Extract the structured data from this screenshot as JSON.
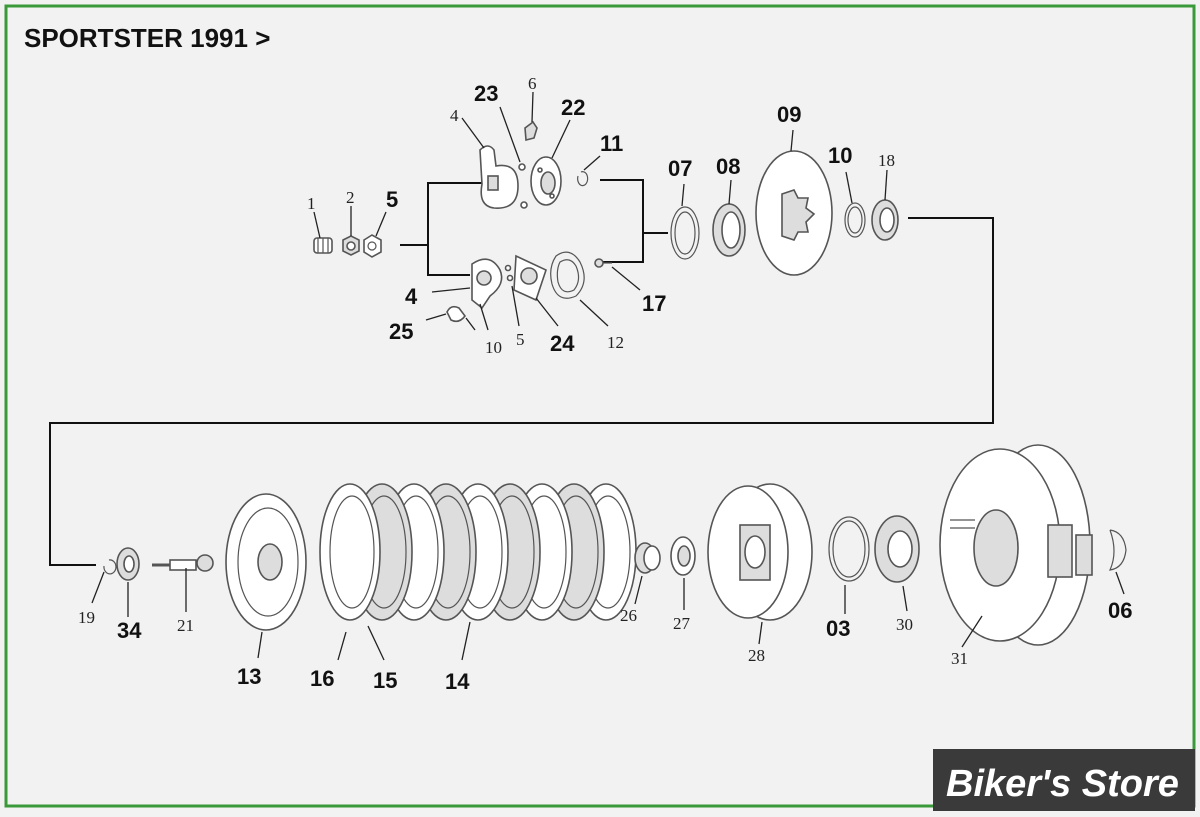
{
  "title": "SPORTSTER 1991 >",
  "brand": "Biker's Store",
  "colors": {
    "frame": "#3a9a3a",
    "background": "#f2f2f2",
    "brand_bg": "#3a3a3a",
    "ink": "#111111"
  },
  "labels": {
    "l1": "1",
    "l2": "2",
    "l5a": "5",
    "l4a": "4",
    "l23": "23",
    "l6": "6",
    "l22": "22",
    "l11": "11",
    "l4b": "4",
    "l25": "25",
    "l10a": "10",
    "l5b": "5",
    "l24": "24",
    "l12": "12",
    "l17": "17",
    "l07": "07",
    "l08": "08",
    "l09": "09",
    "l10b": "10",
    "l18": "18",
    "l19": "19",
    "l34": "34",
    "l21": "21",
    "l13": "13",
    "l16": "16",
    "l15": "15",
    "l14": "14",
    "l26": "26",
    "l27": "27",
    "l28": "28",
    "l03": "03",
    "l30": "30",
    "l31": "31",
    "l06": "06"
  }
}
